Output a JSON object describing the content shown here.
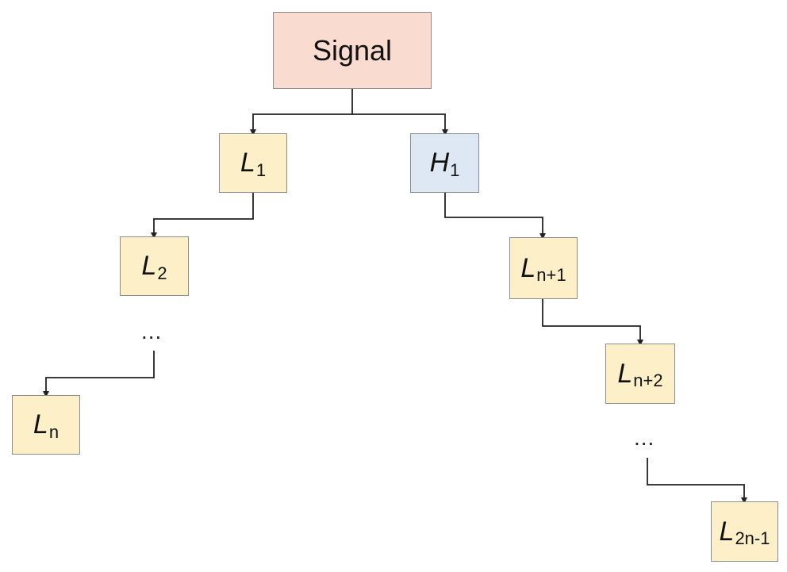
{
  "colors": {
    "root_fill": "#f9dccf",
    "low_fill": "#fdf0c8",
    "high_fill": "#dde8f4",
    "border": "#8c8c8c",
    "line": "#222222"
  },
  "root": {
    "label": "Signal"
  },
  "nodes": {
    "l1": {
      "main": "L",
      "sub": "1"
    },
    "h1": {
      "main": "H",
      "sub": "1"
    },
    "l2": {
      "main": "L",
      "sub": "2"
    },
    "ln": {
      "main": "L",
      "sub": "n"
    },
    "ln1": {
      "main": "L",
      "sub": "n+1"
    },
    "ln2": {
      "main": "L",
      "sub": "n+2"
    },
    "l2n1": {
      "main": "L",
      "sub": "2n-1"
    }
  },
  "ellipses": {
    "left": "...",
    "right": "..."
  }
}
